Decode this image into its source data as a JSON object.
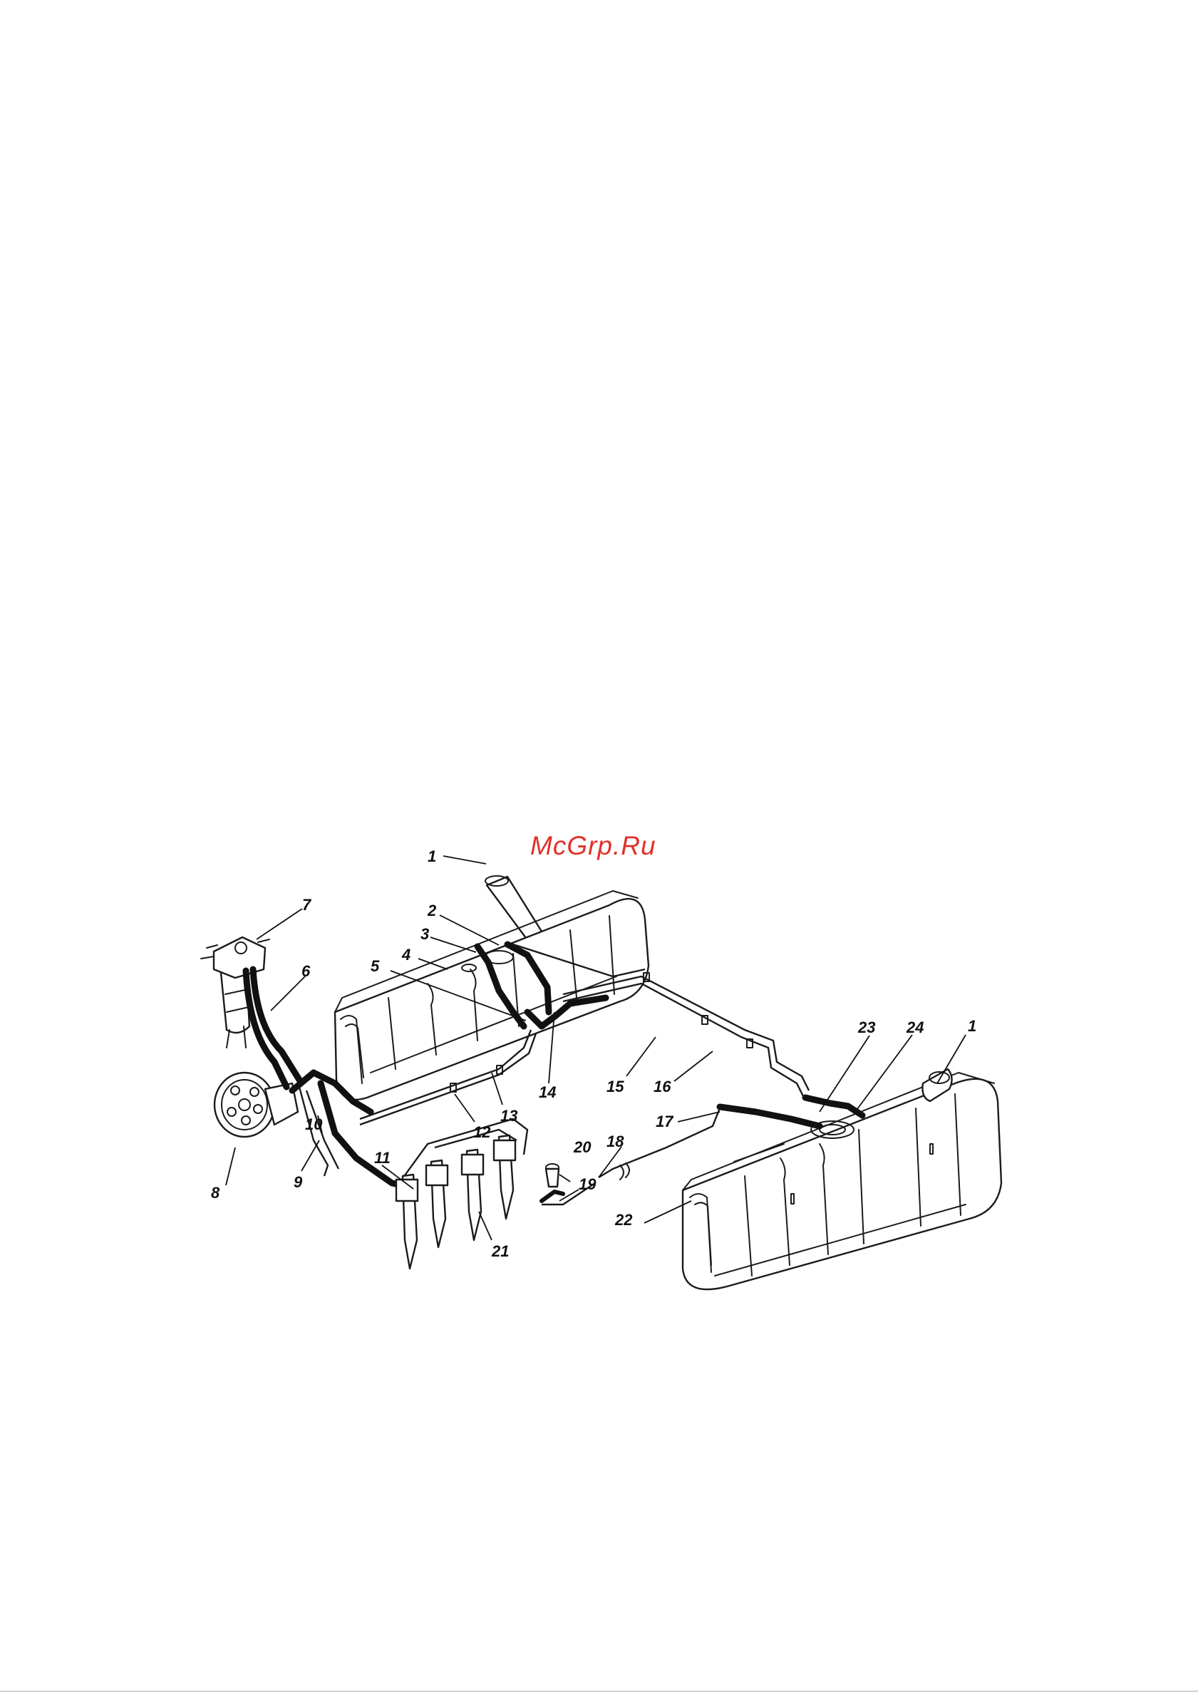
{
  "watermark": "McGrp.Ru",
  "callouts": {
    "c1a": "1",
    "c1b": "1",
    "c2": "2",
    "c3": "3",
    "c4": "4",
    "c5": "5",
    "c6": "6",
    "c7": "7",
    "c8": "8",
    "c9": "9",
    "c10": "10",
    "c11": "11",
    "c12": "12",
    "c13": "13",
    "c14": "14",
    "c15": "15",
    "c16": "16",
    "c17": "17",
    "c18": "18",
    "c19": "19",
    "c20": "20",
    "c21": "21",
    "c22": "22",
    "c23": "23",
    "c24": "24"
  }
}
